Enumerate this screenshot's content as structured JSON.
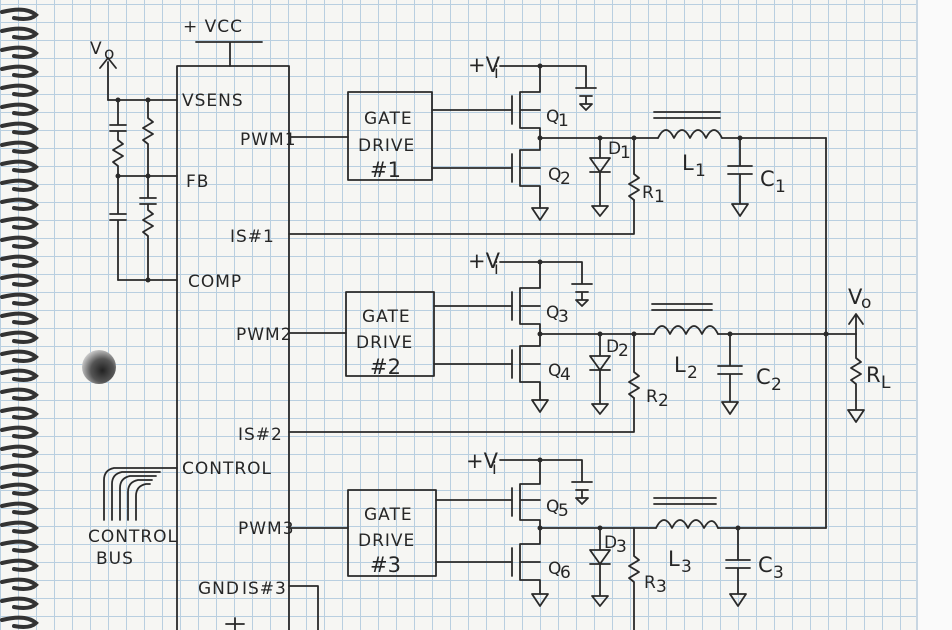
{
  "labels": {
    "vcc": "+ VCC",
    "vo_top": "V",
    "vo_top_sub": "o",
    "vsens": "VSENS",
    "fb": "FB",
    "comp": "COMP",
    "control": "CONTROL",
    "gnd": "GND",
    "control_bus_1": "CONTROL",
    "control_bus_2": "BUS",
    "vo_out": "V",
    "vo_out_sub": "o",
    "rl": "R",
    "rl_sub": "L"
  },
  "phases": [
    {
      "pwm": "PWM1",
      "is": "IS#1",
      "gate_line1": "GATE",
      "gate_line2": "DRIVE",
      "gate_line3": "#1",
      "vi": "+V",
      "vi_sub": "i",
      "q_hi": "Q",
      "q_hi_sub": "1",
      "q_lo": "Q",
      "q_lo_sub": "2",
      "d": "D",
      "d_sub": "1",
      "r": "R",
      "r_sub": "1",
      "l": "L",
      "l_sub": "1",
      "c": "C",
      "c_sub": "1"
    },
    {
      "pwm": "PWM2",
      "is": "IS#2",
      "gate_line1": "GATE",
      "gate_line2": "DRIVE",
      "gate_line3": "#2",
      "vi": "+V",
      "vi_sub": "i",
      "q_hi": "Q",
      "q_hi_sub": "3",
      "q_lo": "Q",
      "q_lo_sub": "4",
      "d": "D",
      "d_sub": "2",
      "r": "R",
      "r_sub": "2",
      "l": "L",
      "l_sub": "2",
      "c": "C",
      "c_sub": "2"
    },
    {
      "pwm": "PWM3",
      "is": "IS#3",
      "gate_line1": "GATE",
      "gate_line2": "DRIVE",
      "gate_line3": "#3",
      "vi": "+V",
      "vi_sub": "i",
      "q_hi": "Q",
      "q_hi_sub": "5",
      "q_lo": "Q",
      "q_lo_sub": "6",
      "d": "D",
      "d_sub": "3",
      "r": "R",
      "r_sub": "3",
      "l": "L",
      "l_sub": "3",
      "c": "C",
      "c_sub": "3"
    }
  ]
}
